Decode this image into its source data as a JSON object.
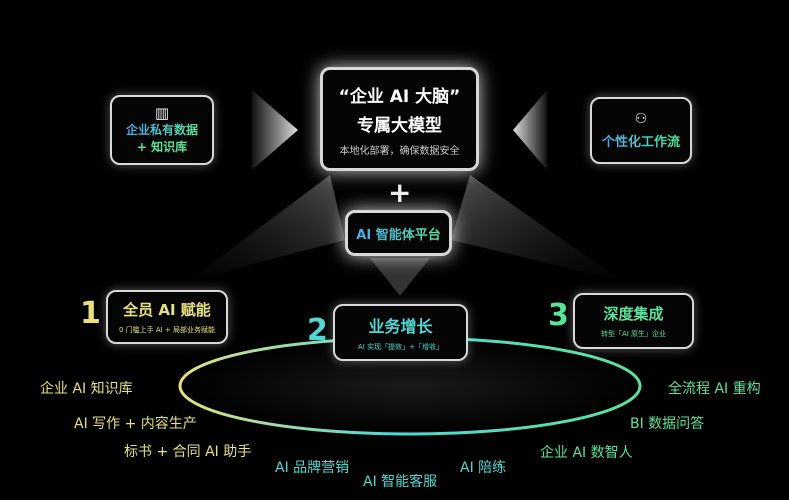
{
  "core": {
    "title_line1": "“企业 AI 大脑”",
    "title_line2": "专属大模型",
    "subtitle": "本地化部署，确保数据安全"
  },
  "left_input": {
    "icon": "books-icon",
    "line1": "企业私有数据",
    "line2": "+ 知识库"
  },
  "right_input": {
    "icon": "org-chart-icon",
    "label": "个性化工作流"
  },
  "plus": "+",
  "platform": {
    "label": "AI 智能体平台"
  },
  "stages": [
    {
      "number": "1",
      "title": "全员 AI 赋能",
      "subtitle": "0 门槛上手 AI + 局部业务赋能"
    },
    {
      "number": "2",
      "title": "业务增长",
      "subtitle": "AI 实现「提效」+「增收」"
    },
    {
      "number": "3",
      "title": "深度集成",
      "subtitle": "转型「AI 原生」企业"
    }
  ],
  "applications": [
    "企业 AI 知识库",
    "AI 写作 + 内容生产",
    "标书 + 合同 AI 助手",
    "AI 品牌营销",
    "AI 智能客服",
    "AI 陪练",
    "企业 AI 数智人",
    "BI 数据问答",
    "全流程 AI 重构"
  ],
  "colors": {
    "yellow": "#e6e07e",
    "cyan": "#4fd8d4",
    "green": "#5be39a",
    "blue": "#4aa8ec"
  }
}
